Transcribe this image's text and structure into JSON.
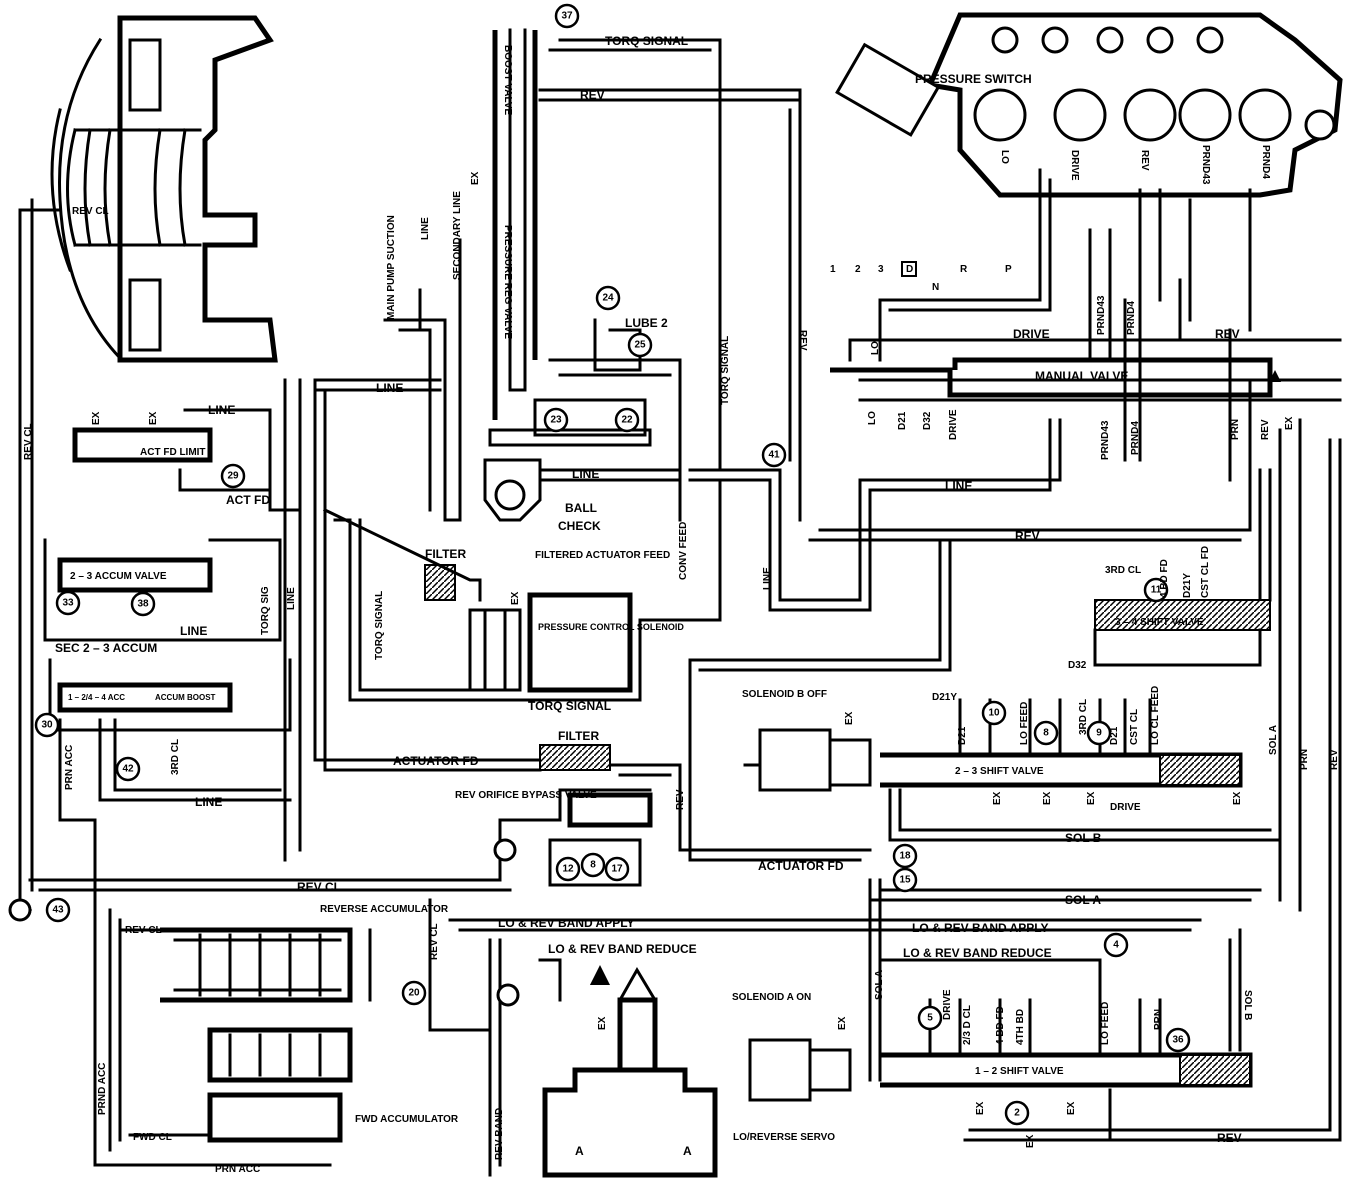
{
  "labels": {
    "torq_signal_top": "TORQ SIGNAL",
    "rev_top": "REV",
    "boost_valve": "BOOST VALVE",
    "pressure_reg_valve": "PRESSURE REG VALVE",
    "ex_boost": "EX",
    "secondary_line": "SECONDARY LINE",
    "main_pump_suction": "MAIN PUMP SUCTION",
    "line_vertical": "LINE",
    "lube_2": "LUBE 2",
    "torq_signal_vert": "TORQ SIGNAL",
    "rev_vert": "REV",
    "pressure_switch": "PRESSURE SWITCH",
    "ps_lo": "LO",
    "ps_drive": "DRIVE",
    "ps_rev": "REV",
    "ps_prnd43": "PRND43",
    "ps_prnd4": "PRND4",
    "rev_cl_top": "REV CL",
    "rev_cl_left": "REV CL",
    "ex_a": "EX",
    "ex_b": "EX",
    "line_act": "LINE",
    "act_fd_limit": "ACT FD LIMIT",
    "act_fd": "ACT FD",
    "line_mid": "LINE",
    "line_center": "LINE",
    "ball_check": "BALL CHECK",
    "conv_feed": "CONV FEED",
    "line_right_vert": "LINE",
    "line_right": "LINE",
    "rev_mid": "REV",
    "filter_top": "FILTER",
    "filtered_actuator_feed": "FILTERED ACTUATOR FEED",
    "ex_pcs": "EX",
    "pressure_control_solenoid": "PRESSURE CONTROL SOLENOID",
    "torq_signal_pcs": "TORQ SIGNAL",
    "torq_signal_left": "TORQ SIGNAL",
    "accum_23_valve": "2 – 3 ACCUM VALVE",
    "line_accum": "LINE",
    "sec_23_accum": "SEC 2 – 3 ACCUM",
    "torq_sig_short": "TORQ SIG",
    "line_short": "LINE",
    "acc_124": "1 – 2/4 – 4 ACC",
    "accum_boost": "ACCUM BOOST",
    "prn_acc": "PRN ACC",
    "rd_cl_3": "3RD CL",
    "line_bottom_left": "LINE",
    "actuator_fd_left": "ACTUATOR FD",
    "filter_bottom": "FILTER",
    "rev_orifice_bypass": "REV ORIFICE BYPASS VALVE",
    "rev_small": "REV",
    "actuator_fd_right": "ACTUATOR FD",
    "rev_cl_bottom": "REV CL",
    "reverse_accumulator": "REVERSE ACCUMULATOR",
    "rev_cl_small": "REV CL",
    "rev_cl_vert": "REV CL",
    "lo_rev_band_apply_left": "LO & REV BAND APPLY",
    "lo_rev_band_reduce_left": "LO & REV BAND REDUCE",
    "rev_band": "REV BAND",
    "lo_reverse_servo": "LO/REVERSE SERVO",
    "servo_a1": "A",
    "servo_a2": "A",
    "servo_ex": "EX",
    "fwd_cl": "FWD CL",
    "fwd_accumulator": "FWD ACCUMULATOR",
    "prn_acc_bottom": "PRN ACC",
    "prnd_acc": "PRND ACC",
    "solenoid_a_on": "SOLENOID A ON",
    "ex_sol_a": "EX",
    "sol_a_vert": "SOL A",
    "drive_12": "DRIVE",
    "rd_cl_213": "2/3 D CL",
    "bd_fd_4": "4 BD FD",
    "th_bd": "4TH BD",
    "lo_feed_12": "LO FEED",
    "prn_12": "PRN",
    "shift_valve_12": "1 – 2 SHIFT VALVE",
    "ex_12a": "EX",
    "ex_12b": "EX",
    "ex_12c": "EX",
    "rev_bottom": "REV",
    "sol_b_vert": "SOL B",
    "sol_a_horiz": "SOL A",
    "lo_rev_band_apply_right": "LO & REV BAND APPLY",
    "lo_rev_band_reduce_right": "LO & REV BAND REDUCE",
    "sol_b_horiz": "SOL B",
    "solenoid_b_off": "SOLENOID B OFF",
    "ex_sol_b": "EX",
    "d21y": "D21Y",
    "d21": "D21",
    "lo_feed_23": "LO FEED",
    "rd_cl_23": "3RD CL",
    "d21b": "D21",
    "cst_cl": "CST CL",
    "lo_cl_feed": "LO CL FEED",
    "shift_valve_23": "2 – 3 SHIFT VALVE",
    "ex_23a": "EX",
    "ex_23b": "EX",
    "ex_23c": "EX",
    "drive_23": "DRIVE",
    "ex_23d": "EX",
    "sol_a_right": "SOL A",
    "prn_right": "PRN",
    "rev_right": "REV",
    "rd_cl_34": "3RD CL",
    "bd_fd_34": "4 BD FD",
    "d21y_34": "D21Y",
    "cst_cl_fd": "CST CL FD",
    "shift_valve_34": "3 – 4 SHIFT VALVE",
    "d32_34": "D32",
    "rev_upper_right": "REV",
    "line_upper_right": "LINE",
    "manual_valve": "MANUAL VALVE",
    "lo_mv": "LO",
    "drive_mv": "DRIVE",
    "prnd43_mv": "PRND43",
    "prnd4_mv": "PRND4",
    "rev_mv": "REV",
    "lo_mv2": "LO",
    "d21_mv": "D21",
    "d32_mv": "D32",
    "drive_mv2": "DRIVE",
    "prnd43_mv2": "PRND43",
    "prnd4_mv2": "PRND4",
    "prn_mv": "PRN",
    "rev_mv2": "REV",
    "ex_mv": "EX",
    "sel_1": "1",
    "sel_2": "2",
    "sel_3": "3",
    "sel_d": "D",
    "sel_n": "N",
    "sel_r": "R",
    "sel_p": "P"
  },
  "checkballs": [
    "37",
    "24",
    "25",
    "23",
    "22",
    "41",
    "29",
    "33",
    "38",
    "30",
    "42",
    "43",
    "12",
    "8",
    "17",
    "18",
    "15",
    "20",
    "10",
    "8",
    "9",
    "11",
    "4",
    "5",
    "2",
    "36"
  ]
}
